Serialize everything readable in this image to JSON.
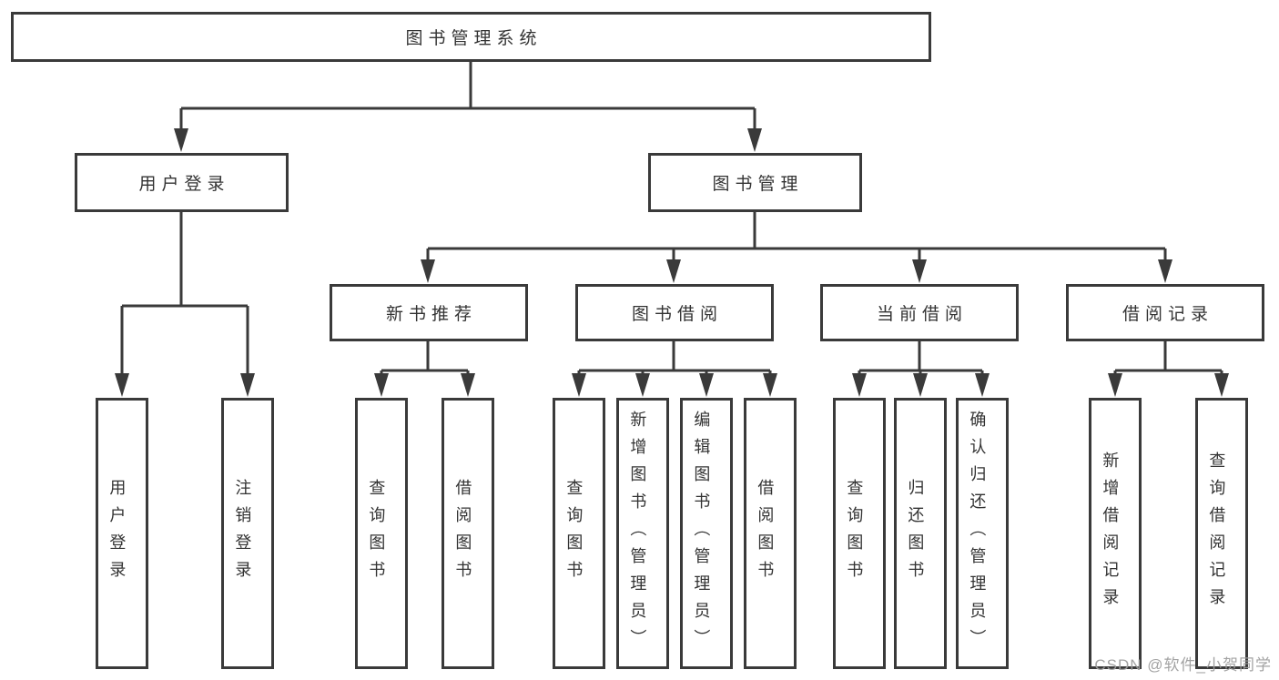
{
  "colors": {
    "line": "#3a3a3a",
    "box_border": "#3a3a3a",
    "text": "#333333",
    "background": "#ffffff",
    "watermark": "#9e9e9e"
  },
  "diagram": {
    "root": {
      "label": "图书管理系统"
    },
    "level2": [
      {
        "label": "用户登录",
        "children": [
          {
            "label": "用户登录"
          },
          {
            "label": "注销登录"
          }
        ]
      },
      {
        "label": "图书管理",
        "children": [
          {
            "label": "新书推荐",
            "children": [
              {
                "label": "查询图书"
              },
              {
                "label": "借阅图书"
              }
            ]
          },
          {
            "label": "图书借阅",
            "children": [
              {
                "label": "查询图书"
              },
              {
                "label": "新增图书（管理员）"
              },
              {
                "label": "编辑图书（管理员）"
              },
              {
                "label": "借阅图书"
              }
            ]
          },
          {
            "label": "当前借阅",
            "children": [
              {
                "label": "查询图书"
              },
              {
                "label": "归还图书"
              },
              {
                "label": "确认归还（管理员）"
              }
            ]
          },
          {
            "label": "借阅记录",
            "children": [
              {
                "label": "新增借阅记录"
              },
              {
                "label": "查询借阅记录"
              }
            ]
          }
        ]
      }
    ]
  },
  "watermark": {
    "text": "CSDN @软件_小贺同学"
  }
}
